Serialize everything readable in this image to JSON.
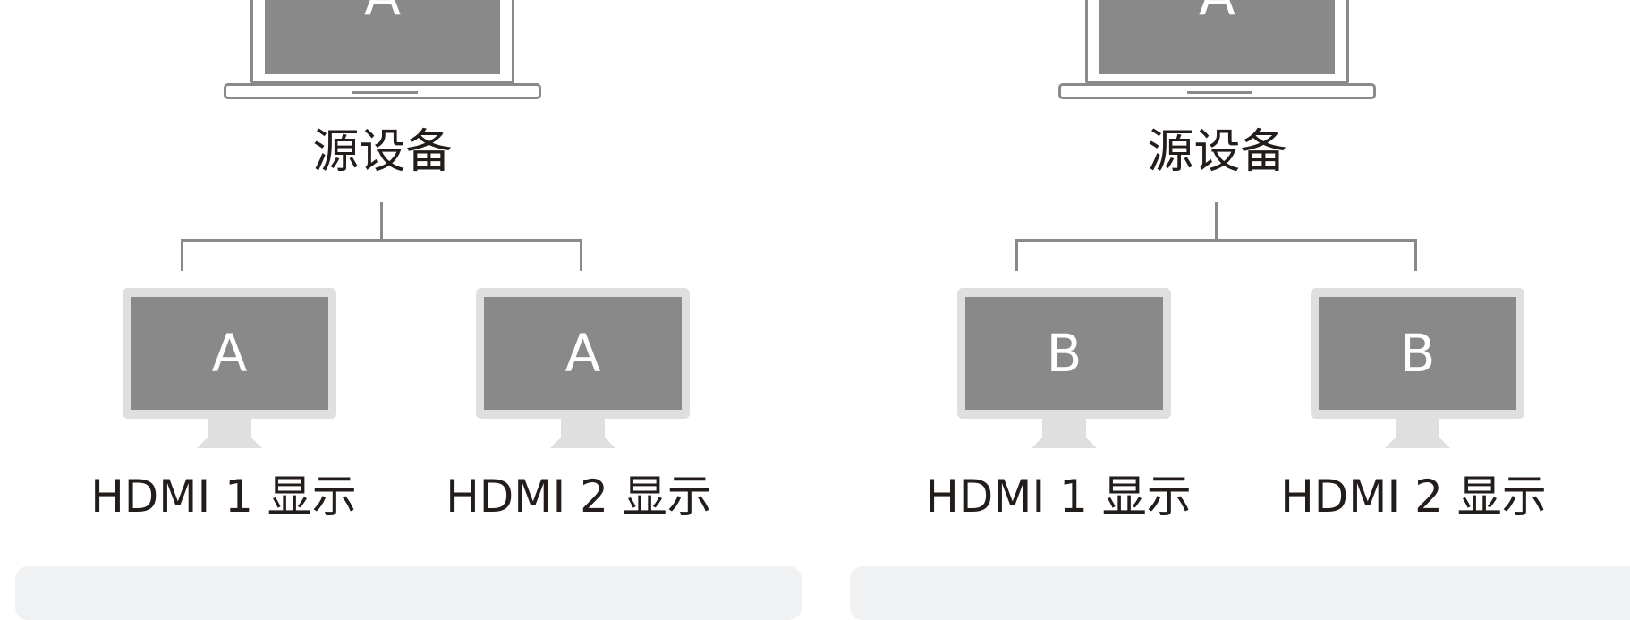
{
  "panels": [
    {
      "source": {
        "screen_letter": "A",
        "label": "源设备"
      },
      "outputs": [
        {
          "screen_letter": "A",
          "label": "HDMI 1 显示"
        },
        {
          "screen_letter": "A",
          "label": "HDMI 2 显示"
        }
      ]
    },
    {
      "source": {
        "screen_letter": "A",
        "label": "源设备"
      },
      "outputs": [
        {
          "screen_letter": "B",
          "label": "HDMI 1 显示"
        },
        {
          "screen_letter": "B",
          "label": "HDMI 2 显示"
        }
      ]
    }
  ],
  "colors": {
    "screen": "#898989",
    "bezel": "#dfdfdf",
    "outline": "#8a8a8a",
    "text": "#221c1a",
    "card": "#f0f1f2"
  }
}
